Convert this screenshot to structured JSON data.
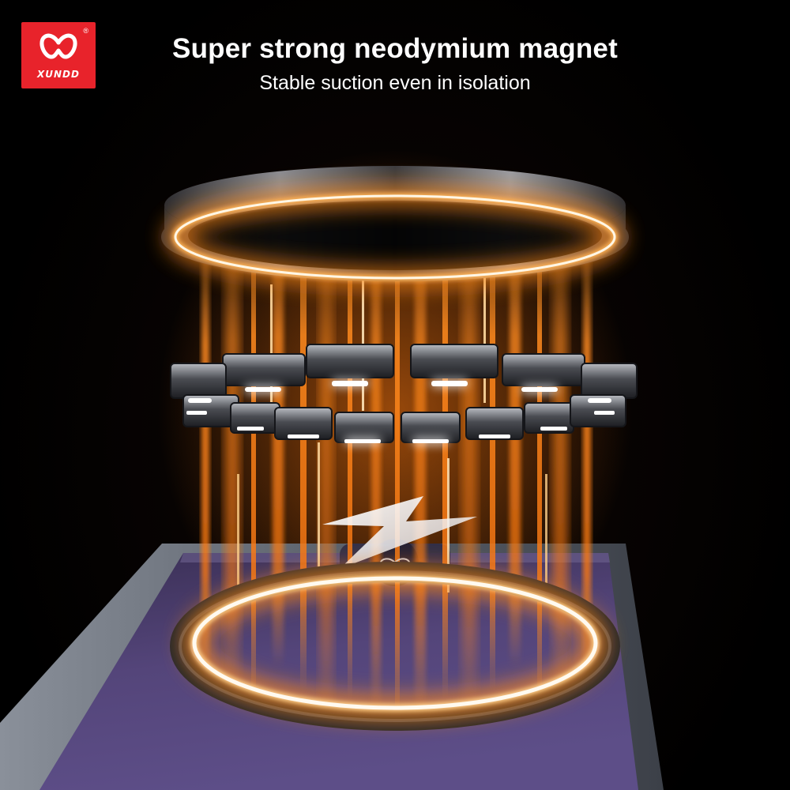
{
  "brand": {
    "name": "XUNDD",
    "registered_mark": "®",
    "color": "#e8232b"
  },
  "headline": "Super strong neodymium magnet",
  "subheadline": "Stable suction even in isolation",
  "colors": {
    "glow": "#ff8a1e",
    "ring_core": "#fff6e0",
    "phone_back": "#4f4070",
    "phone_frame": "#6f7580",
    "background": "#000000"
  },
  "icons": {
    "brand": "xundd-logo-icon",
    "charging": "lightning-bolt-icon",
    "camera_logo": "infinity-icon"
  }
}
